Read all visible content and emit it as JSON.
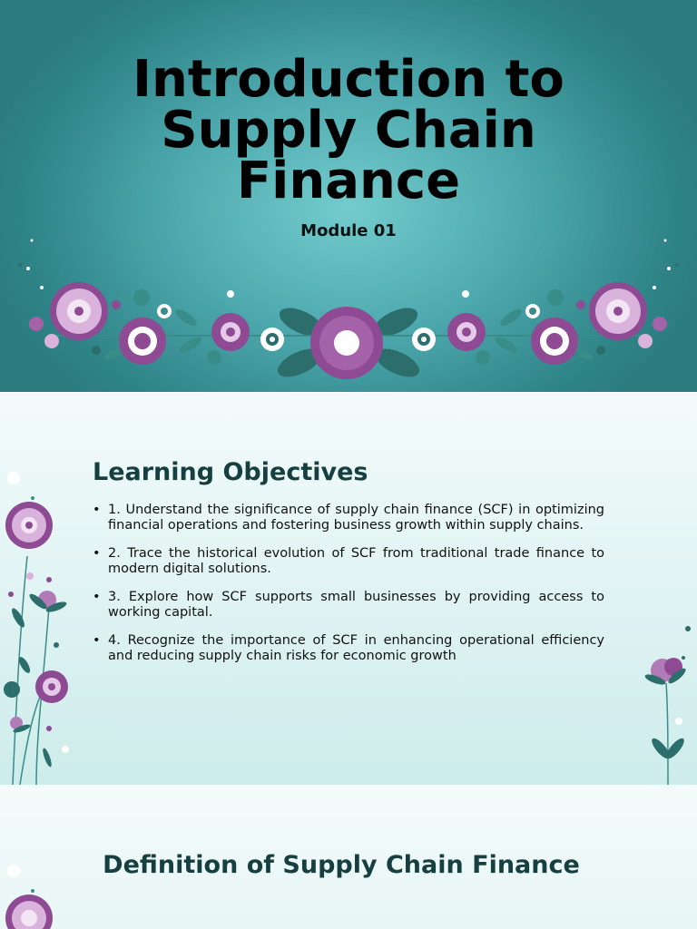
{
  "slide1": {
    "title_line1": "Introduction to",
    "title_line2": "Supply Chain",
    "title_line3": "Finance",
    "subtitle": "Module 01"
  },
  "slide2": {
    "heading": "Learning Objectives",
    "objectives": [
      "1. Understand the significance of supply chain finance (SCF) in optimizing financial operations and fostering business growth within supply chains.",
      "2. Trace the historical evolution of SCF from traditional trade finance to  modern digital solutions.",
      "3. Explore how SCF supports small businesses by providing access to  working capital.",
      "4. Recognize the importance of SCF in enhancing operational efficiency  and reducing supply chain risks for economic growth"
    ]
  },
  "slide3": {
    "heading": "Definition of Supply Chain Finance"
  },
  "colors": {
    "teal_background": "#4eaaaf",
    "heading_teal": "#16403f",
    "flower_purple": "#8e4a93",
    "flower_light": "#d9b3dc",
    "leaf": "#2c6e6b"
  },
  "icons": [
    "flower-garland",
    "flower-stem-left",
    "flower-stem-right"
  ]
}
